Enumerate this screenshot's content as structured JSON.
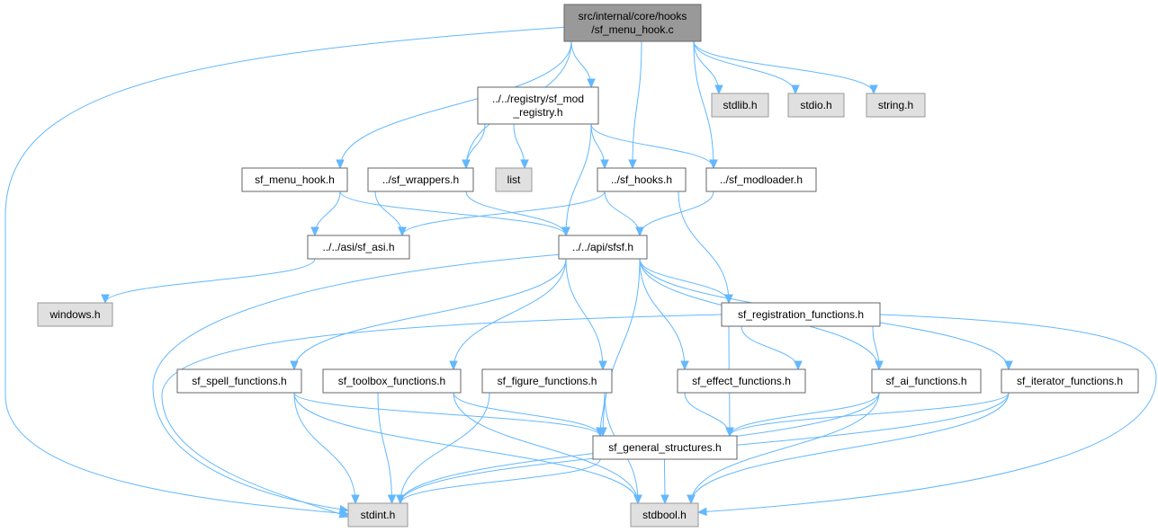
{
  "graph": {
    "colors": {
      "edge": "#63b8ff",
      "root_fill": "#999999",
      "system_fill": "#e0e0e0",
      "header_fill": "#ffffff"
    },
    "nodes": [
      {
        "id": "root",
        "kind": "root",
        "lines": [
          "src/internal/core/hooks",
          "/sf_menu_hook.c"
        ]
      },
      {
        "id": "sf_mod_registry",
        "kind": "header",
        "lines": [
          "../../registry/sf_mod",
          "_registry.h"
        ]
      },
      {
        "id": "stdlib",
        "kind": "system",
        "lines": [
          "stdlib.h"
        ]
      },
      {
        "id": "stdio",
        "kind": "system",
        "lines": [
          "stdio.h"
        ]
      },
      {
        "id": "string",
        "kind": "system",
        "lines": [
          "string.h"
        ]
      },
      {
        "id": "sf_menu_hook_h",
        "kind": "header",
        "lines": [
          "sf_menu_hook.h"
        ]
      },
      {
        "id": "sf_wrappers",
        "kind": "header",
        "lines": [
          "../sf_wrappers.h"
        ]
      },
      {
        "id": "list",
        "kind": "system",
        "lines": [
          "list"
        ]
      },
      {
        "id": "sf_hooks",
        "kind": "header",
        "lines": [
          "../sf_hooks.h"
        ]
      },
      {
        "id": "sf_modloader",
        "kind": "header",
        "lines": [
          "../sf_modloader.h"
        ]
      },
      {
        "id": "sf_asi",
        "kind": "header",
        "lines": [
          "../../asi/sf_asi.h"
        ]
      },
      {
        "id": "sfsf",
        "kind": "header",
        "lines": [
          "../../api/sfsf.h"
        ]
      },
      {
        "id": "windows",
        "kind": "system",
        "lines": [
          "windows.h"
        ]
      },
      {
        "id": "sf_registration",
        "kind": "header",
        "lines": [
          "sf_registration_functions.h"
        ]
      },
      {
        "id": "sf_spell",
        "kind": "header",
        "lines": [
          "sf_spell_functions.h"
        ]
      },
      {
        "id": "sf_toolbox",
        "kind": "header",
        "lines": [
          "sf_toolbox_functions.h"
        ]
      },
      {
        "id": "sf_figure",
        "kind": "header",
        "lines": [
          "sf_figure_functions.h"
        ]
      },
      {
        "id": "sf_effect",
        "kind": "header",
        "lines": [
          "sf_effect_functions.h"
        ]
      },
      {
        "id": "sf_ai",
        "kind": "header",
        "lines": [
          "sf_ai_functions.h"
        ]
      },
      {
        "id": "sf_iterator",
        "kind": "header",
        "lines": [
          "sf_iterator_functions.h"
        ]
      },
      {
        "id": "sf_general",
        "kind": "header",
        "lines": [
          "sf_general_structures.h"
        ]
      },
      {
        "id": "stdint",
        "kind": "system",
        "lines": [
          "stdint.h"
        ]
      },
      {
        "id": "stdbool",
        "kind": "system",
        "lines": [
          "stdbool.h"
        ]
      }
    ],
    "edges": [
      [
        "root",
        "stdint"
      ],
      [
        "root",
        "sf_menu_hook_h"
      ],
      [
        "root",
        "sf_wrappers"
      ],
      [
        "root",
        "sf_mod_registry"
      ],
      [
        "root",
        "sf_hooks"
      ],
      [
        "root",
        "sf_modloader"
      ],
      [
        "root",
        "stdlib"
      ],
      [
        "root",
        "stdio"
      ],
      [
        "root",
        "string"
      ],
      [
        "sf_mod_registry",
        "sf_wrappers"
      ],
      [
        "sf_mod_registry",
        "list"
      ],
      [
        "sf_mod_registry",
        "sf_hooks"
      ],
      [
        "sf_mod_registry",
        "sf_modloader"
      ],
      [
        "sf_mod_registry",
        "sfsf"
      ],
      [
        "sf_menu_hook_h",
        "sf_asi"
      ],
      [
        "sf_menu_hook_h",
        "sfsf"
      ],
      [
        "sf_wrappers",
        "sf_asi"
      ],
      [
        "sf_wrappers",
        "sfsf"
      ],
      [
        "sf_hooks",
        "sf_asi"
      ],
      [
        "sf_hooks",
        "sfsf"
      ],
      [
        "sf_hooks",
        "sf_registration"
      ],
      [
        "sf_modloader",
        "sfsf"
      ],
      [
        "sf_asi",
        "windows"
      ],
      [
        "sfsf",
        "stdint"
      ],
      [
        "sfsf",
        "sf_spell"
      ],
      [
        "sfsf",
        "sf_toolbox"
      ],
      [
        "sfsf",
        "sf_figure"
      ],
      [
        "sfsf",
        "sf_general"
      ],
      [
        "sfsf",
        "sf_effect"
      ],
      [
        "sfsf",
        "sf_registration"
      ],
      [
        "sfsf",
        "sf_ai"
      ],
      [
        "sfsf",
        "sf_iterator"
      ],
      [
        "sf_registration",
        "stdint"
      ],
      [
        "sf_registration",
        "sf_effect"
      ],
      [
        "sf_registration",
        "sf_ai"
      ],
      [
        "sf_registration",
        "sf_general"
      ],
      [
        "sf_registration",
        "stdbool"
      ],
      [
        "sf_spell",
        "stdint"
      ],
      [
        "sf_spell",
        "sf_general"
      ],
      [
        "sf_spell",
        "stdbool"
      ],
      [
        "sf_toolbox",
        "stdint"
      ],
      [
        "sf_toolbox",
        "sf_general"
      ],
      [
        "sf_toolbox",
        "stdbool"
      ],
      [
        "sf_figure",
        "stdint"
      ],
      [
        "sf_figure",
        "sf_general"
      ],
      [
        "sf_figure",
        "stdbool"
      ],
      [
        "sf_effect",
        "sf_general"
      ],
      [
        "sf_ai",
        "sf_general"
      ],
      [
        "sf_ai",
        "stdint"
      ],
      [
        "sf_ai",
        "stdbool"
      ],
      [
        "sf_iterator",
        "sf_general"
      ],
      [
        "sf_iterator",
        "stdint"
      ],
      [
        "sf_iterator",
        "stdbool"
      ],
      [
        "sf_general",
        "stdint"
      ],
      [
        "sf_general",
        "stdbool"
      ]
    ]
  }
}
